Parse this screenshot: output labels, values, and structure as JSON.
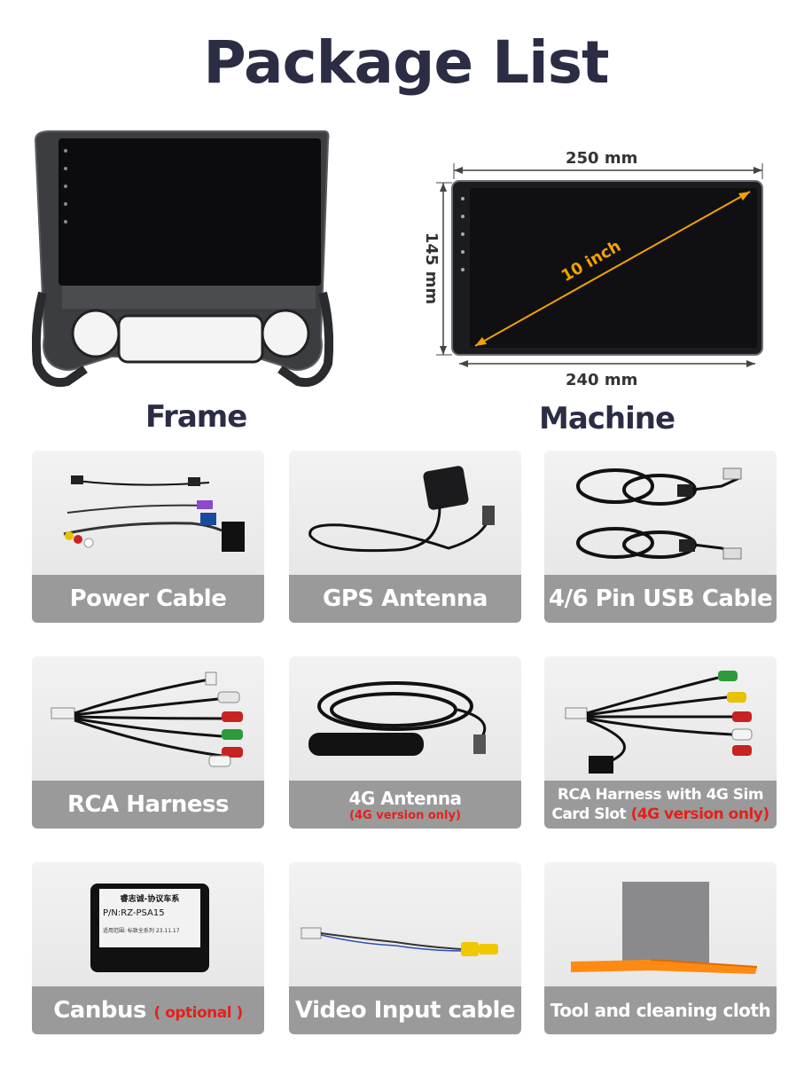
{
  "page": {
    "title": "Package List"
  },
  "hero": {
    "frame_label": "Frame",
    "machine_label": "Machine",
    "width_top": "250 mm",
    "width_bottom": "240 mm",
    "height": "145 mm",
    "diagonal": "10 inch"
  },
  "items": [
    {
      "label": "Power Cable"
    },
    {
      "label": "GPS Antenna"
    },
    {
      "label": "4/6 Pin USB Cable"
    },
    {
      "label": "RCA Harness"
    },
    {
      "label": "4G Antenna",
      "note": "(4G version only)"
    },
    {
      "label_line1": "RCA Harness with 4G Sim",
      "label_line2_prefix": "Card Slot ",
      "note": "(4G version only)"
    },
    {
      "label": "Canbus",
      "optional": "( optional )"
    },
    {
      "label": "Video Input cable"
    },
    {
      "label": "Tool and cleaning cloth"
    }
  ],
  "canbus_box": {
    "line1": "睿志诚-协议车系",
    "line2": "P/N:RZ-PSA15",
    "line3": "适用范围: 标致全系列 23.11.17"
  }
}
